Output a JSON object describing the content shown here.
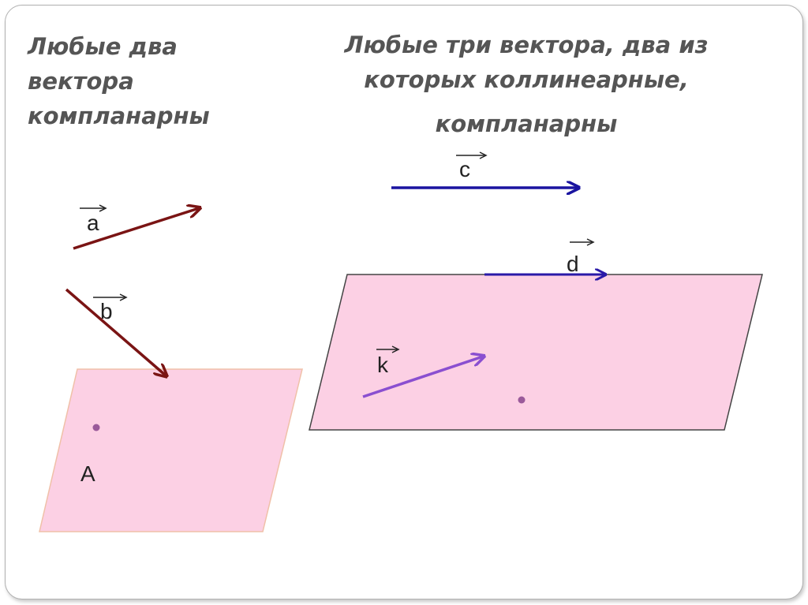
{
  "headings": {
    "left": [
      "Любые два",
      "вектора",
      "компланарны"
    ],
    "right": [
      "Любые три вектора, два из",
      "которых коллинеарные,",
      "компланарны"
    ]
  },
  "vectors": {
    "a": {
      "label": "a",
      "color": "#7a1414"
    },
    "b": {
      "label": "b",
      "color": "#7a1414"
    },
    "c": {
      "label": "c",
      "color": "#1a14a0"
    },
    "d": {
      "label": "d",
      "color": "#2a1aa8"
    },
    "k": {
      "label": "k",
      "color": "#8a4fd0"
    }
  },
  "points": {
    "A": {
      "label": "A"
    }
  },
  "colors": {
    "plane_fill": "#fcd0e4",
    "plane_border": "#444444",
    "heading_text": "#555555",
    "point": "#9a5a9a"
  }
}
